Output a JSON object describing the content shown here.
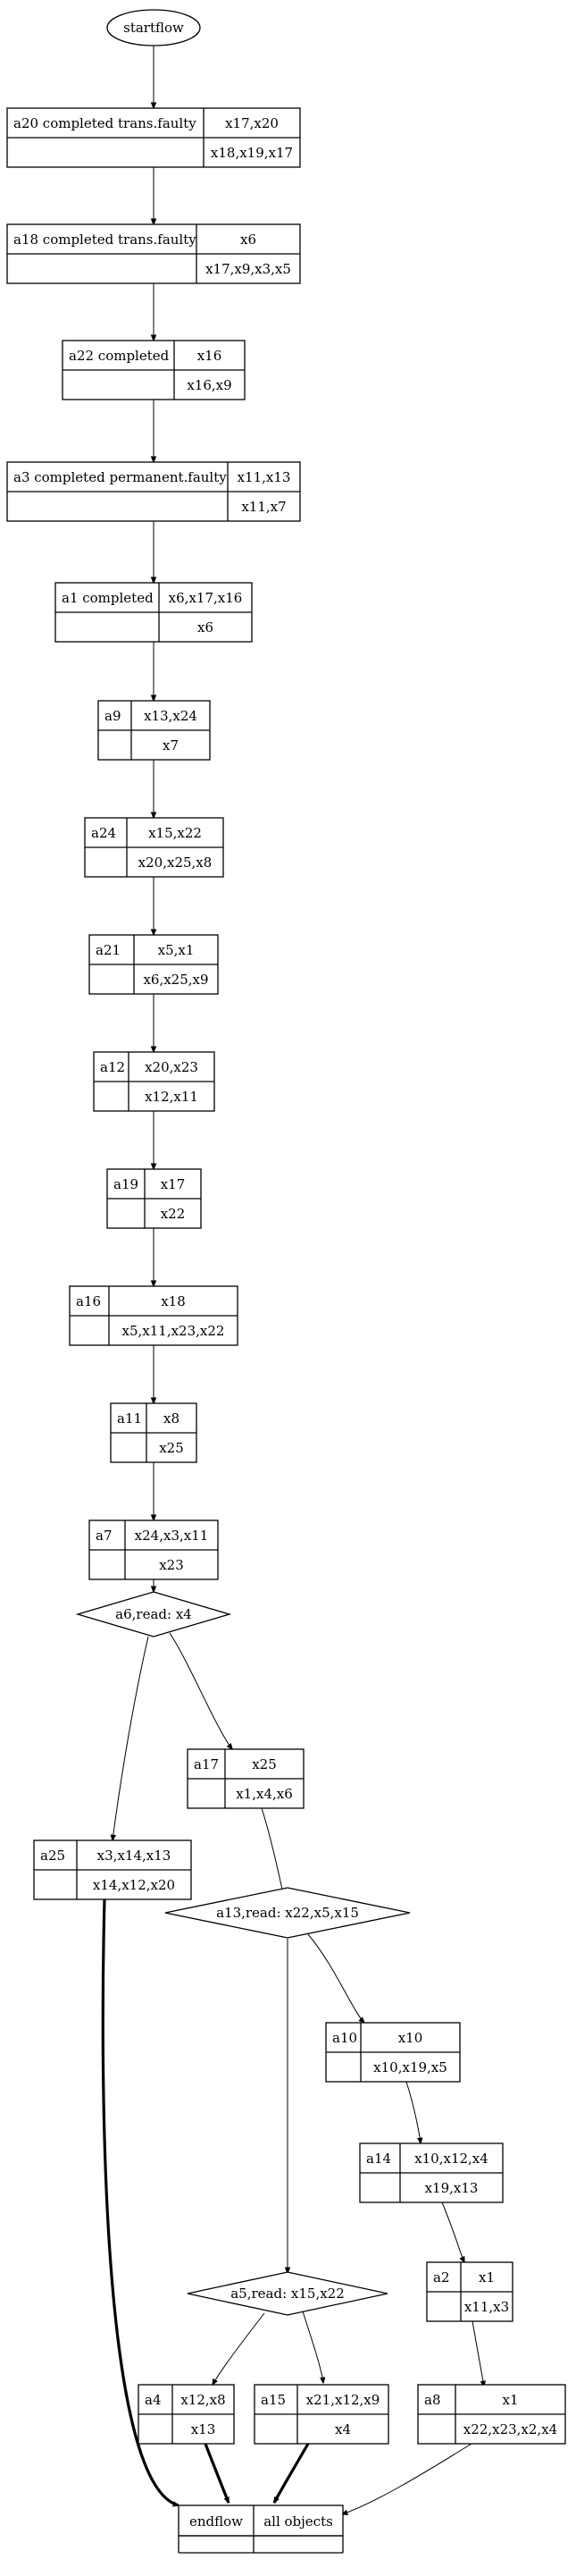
{
  "flow": {
    "start": "startflow",
    "end": "endflow",
    "all_objects": "all objects"
  },
  "tasks": [
    {
      "id": "a20",
      "name": "a20 completed trans.faulty",
      "inputs": "x17,x20",
      "outputs": "x18,x19,x17"
    },
    {
      "id": "a18",
      "name": "a18 completed trans.faulty",
      "inputs": "x6",
      "outputs": "x17,x9,x3,x5"
    },
    {
      "id": "a22",
      "name": "a22 completed",
      "inputs": "x16",
      "outputs": "x16,x9"
    },
    {
      "id": "a3",
      "name": "a3 completed permanent.faulty",
      "inputs": "x11,x13",
      "outputs": "x11,x7"
    },
    {
      "id": "a1",
      "name": "a1 completed",
      "inputs": "x6,x17,x16",
      "outputs": "x6"
    },
    {
      "id": "a9",
      "name": "a9",
      "inputs": "x13,x24",
      "outputs": "x7"
    },
    {
      "id": "a24",
      "name": "a24",
      "inputs": "x15,x22",
      "outputs": "x20,x25,x8"
    },
    {
      "id": "a21",
      "name": "a21",
      "inputs": "x5,x1",
      "outputs": "x6,x25,x9"
    },
    {
      "id": "a12",
      "name": "a12",
      "inputs": "x20,x23",
      "outputs": "x12,x11"
    },
    {
      "id": "a19",
      "name": "a19",
      "inputs": "x17",
      "outputs": "x22"
    },
    {
      "id": "a16",
      "name": "a16",
      "inputs": "x18",
      "outputs": "x5,x11,x23,x22"
    },
    {
      "id": "a11",
      "name": "a11",
      "inputs": "x8",
      "outputs": "x25"
    },
    {
      "id": "a7",
      "name": "a7",
      "inputs": "x24,x3,x11",
      "outputs": "x23"
    },
    {
      "id": "a17",
      "name": "a17",
      "inputs": "x25",
      "outputs": "x1,x4,x6"
    },
    {
      "id": "a25",
      "name": "a25",
      "inputs": "x3,x14,x13",
      "outputs": "x14,x12,x20"
    },
    {
      "id": "a10",
      "name": "a10",
      "inputs": "x10",
      "outputs": "x10,x19,x5"
    },
    {
      "id": "a14",
      "name": "a14",
      "inputs": "x10,x12,x4",
      "outputs": "x19,x13"
    },
    {
      "id": "a2",
      "name": "a2",
      "inputs": "x1",
      "outputs": "x11,x3"
    },
    {
      "id": "a4",
      "name": "a4",
      "inputs": "x12,x8",
      "outputs": "x13"
    },
    {
      "id": "a15",
      "name": "a15",
      "inputs": "x21,x12,x9",
      "outputs": "x4"
    },
    {
      "id": "a8",
      "name": "a8",
      "inputs": "x1",
      "outputs": "x22,x23,x2,x4"
    }
  ],
  "decisions": [
    {
      "id": "a6",
      "label": "a6,read: x4"
    },
    {
      "id": "a13",
      "label": "a13,read: x22,x5,x15"
    },
    {
      "id": "a5",
      "label": "a5,read: x15,x22"
    }
  ]
}
